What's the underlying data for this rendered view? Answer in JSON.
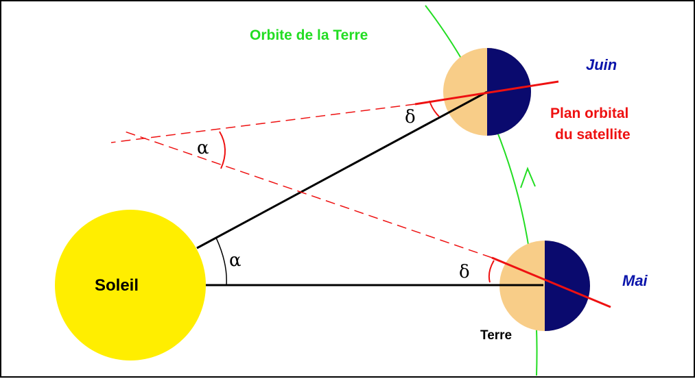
{
  "labels": {
    "orbit": "Orbite de la Terre",
    "june": "Juin",
    "may": "Mai",
    "plane_line1": "Plan orbital",
    "plane_line2": "du satellite",
    "sun": "Soleil",
    "earth": "Terre",
    "alpha": "α",
    "delta": "δ"
  },
  "colors": {
    "orbit": "#22dd22",
    "plane": "#ee1111",
    "month": "#0a14aa",
    "sun": "#ffee00",
    "earth_day": "#f8cd88",
    "earth_night": "#0a0a6e",
    "line": "#000000"
  }
}
